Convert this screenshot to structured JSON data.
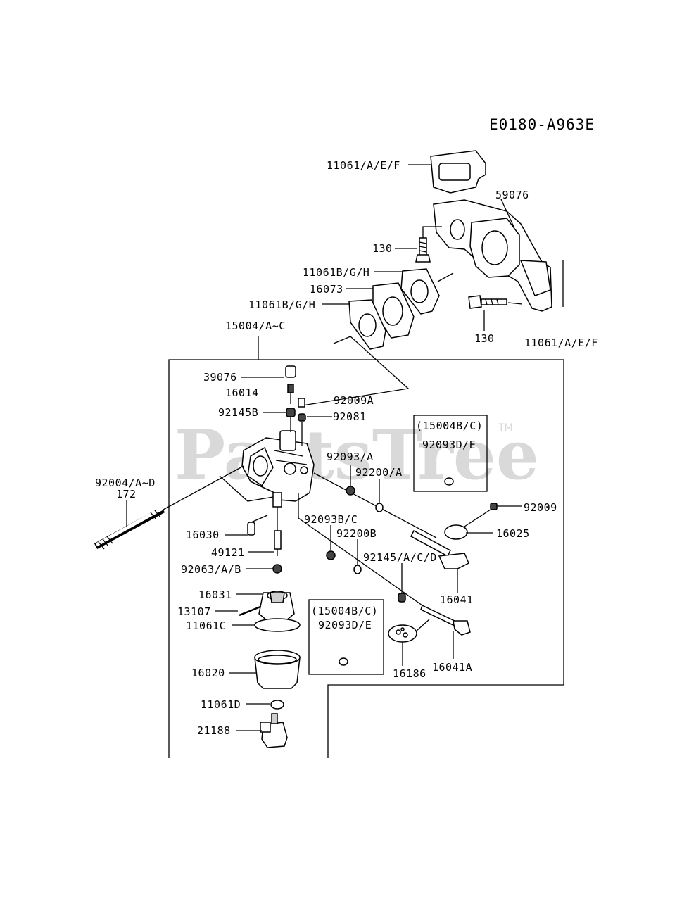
{
  "diagram": {
    "code": "E0180-A963E",
    "watermark": "PartsTree",
    "trademark": "TM",
    "labels": {
      "l_11061_aef_top": "11061/A/E/F",
      "l_59076": "59076",
      "l_130_top": "130",
      "l_11061b_1": "11061B/G/H",
      "l_16073": "16073",
      "l_11061b_2": "11061B/G/H",
      "l_15004": "15004/A~C",
      "l_130_bottom": "130",
      "l_11061_aef_right": "11061/A/E/F",
      "l_39076": "39076",
      "l_16014": "16014",
      "l_92009a": "92009A",
      "l_92145b": "92145B",
      "l_92081": "92081",
      "l_box1_a": "(15004B/C)",
      "l_box1_b": "92093D/E",
      "l_92093a": "92093/A",
      "l_92200a": "92200/A",
      "l_92004": "92004/A~D",
      "l_172": "172",
      "l_92009": "92009",
      "l_16030": "16030",
      "l_92093bc": "92093B/C",
      "l_92200b": "92200B",
      "l_16025": "16025",
      "l_49121": "49121",
      "l_92145acd": "92145/A/C/D",
      "l_92063": "92063/A/B",
      "l_16041": "16041",
      "l_16031": "16031",
      "l_13107": "13107",
      "l_11061c": "11061C",
      "l_box2_a": "(15004B/C)",
      "l_box2_b": "92093D/E",
      "l_16020": "16020",
      "l_16186": "16186",
      "l_16041a": "16041A",
      "l_11061d": "11061D",
      "l_21188": "21188"
    }
  }
}
